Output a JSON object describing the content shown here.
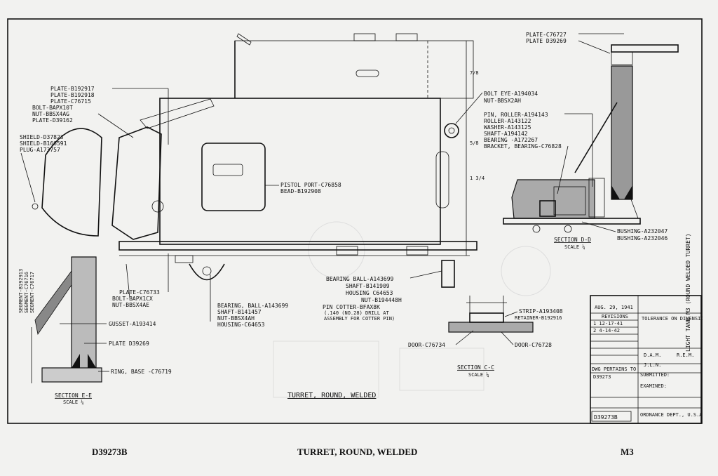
{
  "drawing": {
    "title": "TURRET, ROUND, WELDED",
    "side_title": "LIGHT TANK M3 (ROUND WELDED TURRET)",
    "dwg_number": "D39273B"
  },
  "labels_left_top": [
    "PLATE-B192917",
    "PLATE-B192918",
    "PLATE-C76715",
    "BOLT-BAPX10T",
    "NUT-BBSX4AG",
    "PLATE-D39162"
  ],
  "labels_shield": [
    "SHIELD-D37823",
    "SHIELD-B166591",
    "PLUG-A173757"
  ],
  "labels_bolt_eye": [
    "BOLT EYE-A194034",
    "NUT-BBSX2AH"
  ],
  "labels_plate_top": [
    "PLATE-C76727",
    "PLATE D39269"
  ],
  "labels_roller": [
    "PIN, ROLLER-A194143",
    "ROLLER-A143122",
    "WASHER-A143125",
    "SHAFT-A194142",
    "BEARING -A172267",
    "BRACKET, BEARING-C76828"
  ],
  "labels_pistol": [
    "PISTOL PORT-C76858",
    "BEAD-B192908"
  ],
  "labels_bushing": [
    "BUSHING-A232047",
    "BUSHING-A232046"
  ],
  "section_dd": {
    "title": "SECTION D-D",
    "scale": "SCALE ¼"
  },
  "labels_segment": [
    "SEGMENT-B192913",
    "SEGMENT-C76716",
    "SEGMENT-C76717"
  ],
  "labels_plate_bolt": [
    "PLATE-C76733",
    "BOLT-BAPX1CX",
    "NUT-BBSX4AE"
  ],
  "labels_bearing_left": [
    "BEARING, BALL-A143699",
    "SHAFT-B141457",
    "NUT-BBSX4AH",
    "HOUSING-C64653"
  ],
  "labels_bearing_mid": [
    "BEARING BALL-A143699",
    "SHAFT-B141909",
    "HOUSING C64653",
    "NUT-B194448H",
    "PIN COTTER-BFAX8K",
    "(.140 (NO.28) DRILL AT",
    "ASSEMBLY FOR COTTER PIN)"
  ],
  "labels_gusset": "GUSSET-A193414",
  "labels_plate_e": "PLATE D39269",
  "labels_ring": "RING, BASE -C76719",
  "section_ee": {
    "title": "SECTION E-E",
    "scale": "SCALE ¼"
  },
  "labels_strip": [
    "STRIP-A193408",
    "RETAINER-B192916"
  ],
  "labels_door_left": "DOOR-C76734",
  "labels_door_right": "DOOR-C76728",
  "section_cc": {
    "title": "SECTION C-C",
    "scale": "SCALE ¼"
  },
  "title_block": {
    "date": "AUG. 29, 1941",
    "revisions_label": "REVISIONS",
    "rev": [
      "1  12-17-41",
      "2  4-14-42"
    ],
    "tolerance": "TOLERANCE ON DIMENSIONS NOT OTHERWISE SPECIFIED",
    "initials": [
      "D.A.M.",
      "R.E.M.",
      "J.L.N."
    ],
    "submitted": "SUBMITTED:",
    "dwg_pertains": "DWG PERTAINS TO",
    "pertains_no": "D39273",
    "examined": "EXAMINED:",
    "ordnance": "ORDNANCE DEPT., U.S.A.",
    "number": "D39273B"
  },
  "footer": {
    "left": "D39273B",
    "center": "TURRET, ROUND, WELDED",
    "right": "M3"
  }
}
